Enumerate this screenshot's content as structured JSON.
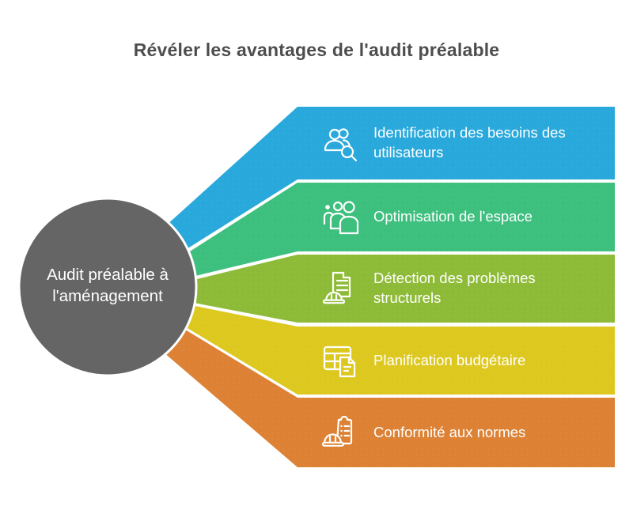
{
  "title": "Révéler les avantages de l'audit préalable",
  "colors": {
    "title_text": "#4d4d4d",
    "circle": "#656565",
    "band_text": "#ffffff"
  },
  "center": {
    "label": "Audit préalable à l'aménagement"
  },
  "bands": [
    {
      "label": "Identification des besoins des utilisateurs",
      "color": "#29a8db",
      "icon": "users-search-icon"
    },
    {
      "label": "Optimisation de l'espace",
      "color": "#3dbf7e",
      "icon": "people-group-icon"
    },
    {
      "label": "Détection des problèmes structurels",
      "color": "#8ebb37",
      "icon": "building-inspection-icon"
    },
    {
      "label": "Planification budgétaire",
      "color": "#ddc81f",
      "icon": "budget-table-icon"
    },
    {
      "label": "Conformité aux normes",
      "color": "#dd8134",
      "icon": "helmet-checklist-icon"
    }
  ]
}
